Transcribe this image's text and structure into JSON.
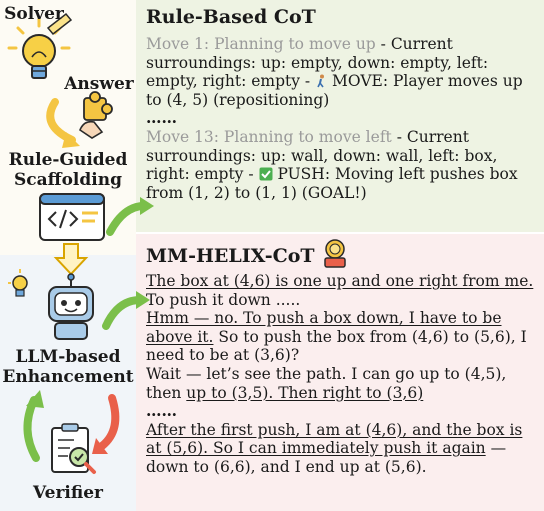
{
  "left": {
    "solver": "Solver",
    "answer": "Answer",
    "scaffold_line1": "Rule-Guided",
    "scaffold_line2": "Scaffolding",
    "llm_line1": "LLM-based",
    "llm_line2": "Enhancement",
    "verifier": "Verifier"
  },
  "rule": {
    "title": "Rule-Based CoT",
    "m1_gray": "Move 1: Planning to move up",
    "m1_text": " - Current surroundings: up: empty, down: empty, left: empty, right: empty - ",
    "m1_action": " MOVE: Player moves up to (4, 5) (repositioning)",
    "ellipsis": "……",
    "m13_gray": "Move 13: Planning to move left",
    "m13_text": " - Current surroundings: up: wall, down: wall, left: box, right: empty - ",
    "m13_action": " PUSH: Moving left pushes box from (1, 2) to (1, 1) (GOAL!)"
  },
  "helix": {
    "title": "MM-HELIX-CoT",
    "p1_u": "The box at (4,6) is one up and one right from me.",
    "p1_t": " To push it down .....",
    "p2_u": "Hmm — no. To push a box down, I have to be above it.",
    "p2_t": " So to push the box from (4,6) to (5,6), I need to be at (3,6)?",
    "p3_t": "Wait — let’s see the path. I can go up to (4,5), then ",
    "p3_u": "up to (3,5). Then right to (3,6)",
    "ellipsis": "……",
    "p4_u": "After the first push, I am at (4,6), and the box is at (5,6). So I can immediately push it again",
    "p4_t": " — down to (6,6), and I end up at (5,6)."
  },
  "colors": {
    "rule_panel": "#eef3e3",
    "helix_panel": "#fbeeee",
    "arrow_green": "#7bbf4a",
    "arrow_yellow": "#f4c542",
    "arrow_red": "#e9604a"
  }
}
